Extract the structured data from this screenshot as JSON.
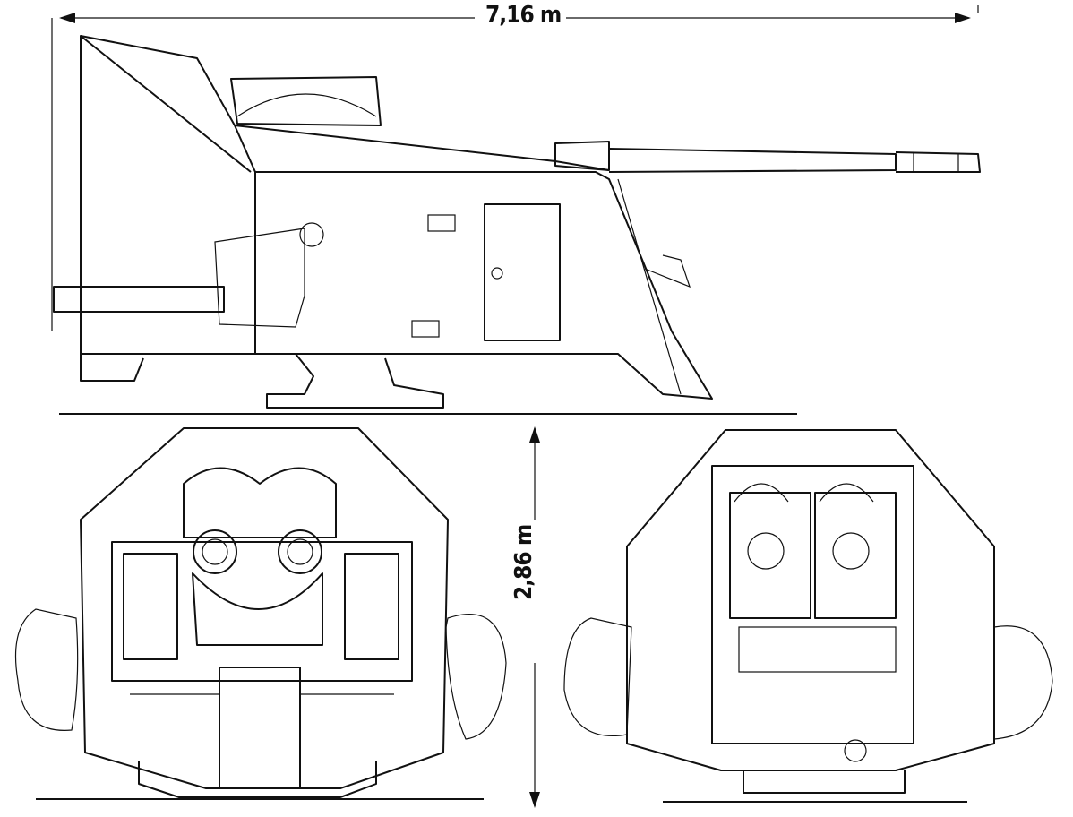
{
  "dimensions": {
    "length": "7,16 m",
    "height": "2,86 m"
  },
  "views": [
    "side-view",
    "front-view",
    "rear-view"
  ]
}
